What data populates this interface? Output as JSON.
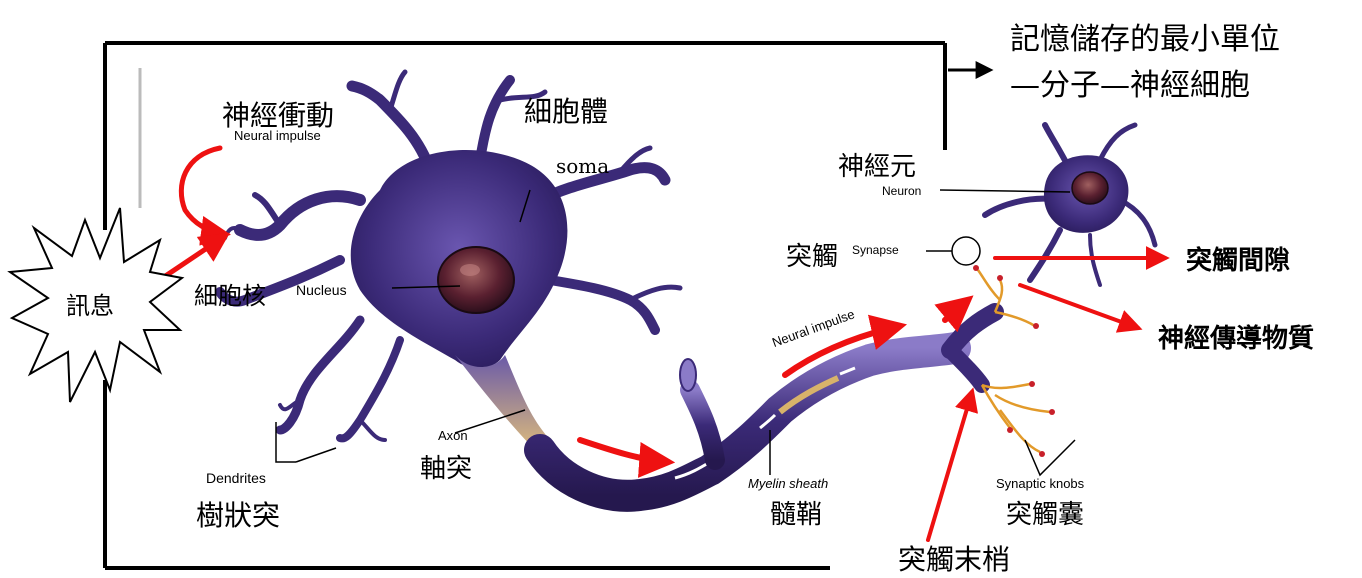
{
  "caption": {
    "line1": "記憶儲存的最小單位",
    "line2": "—分子—神經細胞"
  },
  "labels": {
    "neural_impulse_zh": "神經衝動",
    "neural_impulse_en": "Neural impulse",
    "soma_zh": "細胞體",
    "soma_en": "soma",
    "message": "訊息",
    "nucleus_zh": "細胞核",
    "nucleus_en": "Nucleus",
    "dendrites_en": "Dendrites",
    "dendrites_zh": "樹狀突",
    "axon_en": "Axon",
    "axon_zh": "軸突",
    "neural_impulse_axon_en": "Neural impulse",
    "myelin_en": "Myelin sheath",
    "myelin_zh": "髓鞘",
    "neuron_zh": "神經元",
    "neuron_en": "Neuron",
    "synapse_zh": "突觸",
    "synapse_en": "Synapse",
    "synaptic_cleft": "突觸間隙",
    "neurotransmitter": "神經傳導物質",
    "synaptic_knobs_en": "Synaptic knobs",
    "synaptic_knobs_zh": "突觸囊",
    "axon_terminal": "突觸末梢"
  },
  "colors": {
    "neuron_body": "#3b2a78",
    "axon_hillock": "#d8b36a",
    "arrow": "#ee1111",
    "myelin": "#6b5aa8",
    "terminal": "#e29a2a",
    "frame": "#000000"
  }
}
